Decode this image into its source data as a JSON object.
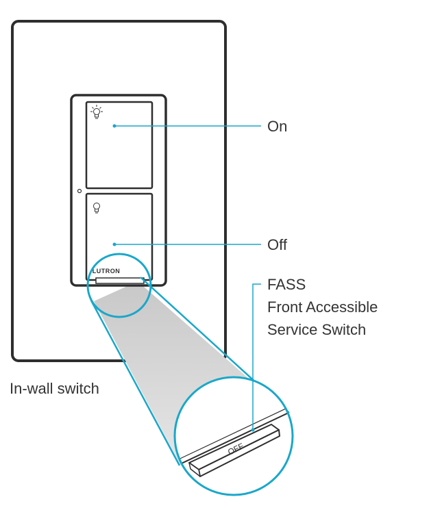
{
  "callouts": {
    "on_label": "On",
    "off_label": "Off",
    "fass_line1": "FASS",
    "fass_line2": "Front Accessible",
    "fass_line3": "Service Switch",
    "wall_switch_label": "In-wall switch"
  },
  "device": {
    "brand": "LUTRON",
    "fass_switch_text": "OFF",
    "icons": [
      "light-on-icon",
      "light-off-icon"
    ]
  },
  "colors": {
    "callout_line": "#1aa7c9",
    "outline": "#2e2e2e",
    "zoom_fill": "#d6d6d6",
    "text": "#333333"
  }
}
